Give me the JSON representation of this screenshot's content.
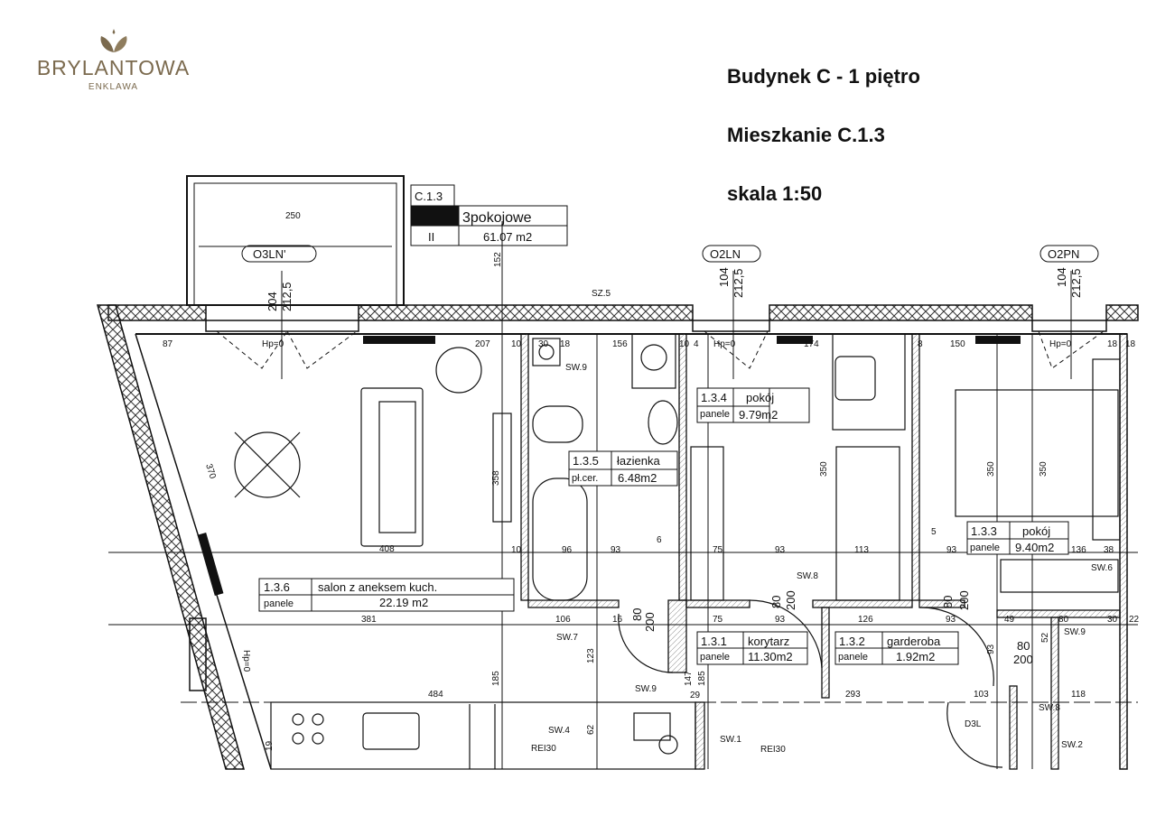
{
  "logo": {
    "brand": "BRYLANTOWA",
    "sub": "ENKLAWA"
  },
  "header": {
    "building": "Budynek C - 1 piętro",
    "apartment": "Mieszkanie C.1.3",
    "scale": "skala 1:50"
  },
  "legend": {
    "code": "C.1.3",
    "type": "3pokojowe",
    "floor": "II",
    "area": "61.07 m2"
  },
  "windows": [
    "O3LN'",
    "O2LN",
    "O2PN"
  ],
  "rooms": [
    {
      "id": "1.3.6",
      "name": "salon z aneksem kuch.",
      "floor": "panele",
      "area": "22.19  m2"
    },
    {
      "id": "1.3.5",
      "name": "łazienka",
      "floor": "pł.cer.",
      "area": "6.48m2"
    },
    {
      "id": "1.3.4",
      "name": "pokój",
      "floor": "panele",
      "area": "9.79m2"
    },
    {
      "id": "1.3.3",
      "name": "pokój",
      "floor": "panele",
      "area": "9.40m2"
    },
    {
      "id": "1.3.1",
      "name": "korytarz",
      "floor": "panele",
      "area": "11.30m2"
    },
    {
      "id": "1.3.2",
      "name": "garderoba",
      "floor": "panele",
      "area": "1.92m2"
    }
  ],
  "labels": {
    "sz5": "SZ.5",
    "sw9a": "SW.9",
    "sw9b": "SW.9",
    "sw9c": "SW.9",
    "sw7": "SW.7",
    "sw8a": "SW.8",
    "sw8b": "SW.8",
    "sw6": "SW.6",
    "sw4": "SW.4",
    "sw1": "SW.1",
    "sw2": "SW.2",
    "rei1": "REI30",
    "rei2": "REI30",
    "d3l": "D3L",
    "hp1": "Hp=0",
    "hp2": "Hp=0",
    "hp3": "Hp=0",
    "hp4": "Hp=0"
  },
  "dims": {
    "d250": "250",
    "d204a": "204",
    "d2125a": "212,5",
    "d152": "152",
    "d104a": "104",
    "d2125b": "212,5",
    "d104b": "104",
    "d2125c": "212,5",
    "d87": "87",
    "d207": "207",
    "d10a": "10",
    "d30": "30",
    "d18a": "18",
    "d156": "156",
    "d10b": "10",
    "d4": "4",
    "d174": "174",
    "d8a": "8",
    "d150": "150",
    "d18b": "18",
    "d18c": "18",
    "d370": "370",
    "d408": "408",
    "d358": "358",
    "d10c": "10",
    "d96": "96",
    "d93a": "93",
    "d6": "6",
    "d75a": "75",
    "d93b": "93",
    "d113": "113",
    "d93c": "93",
    "d136": "136",
    "d38": "38",
    "d350a": "350",
    "d350b": "350",
    "d350c": "350",
    "d5": "5",
    "d381": "381",
    "d106": "106",
    "d16": "16",
    "d75b": "75",
    "d93d": "93",
    "d126": "126",
    "d93e": "93",
    "d49": "49",
    "d80a": "80",
    "d30b": "30",
    "d22": "22",
    "d80200a": "80",
    "d200a": "200",
    "d80b": "80",
    "d200b": "200",
    "d80c": "80",
    "d200c": "200",
    "d80d": "80",
    "d200d": "200",
    "d484": "484",
    "d293": "293",
    "d103": "103",
    "d118": "118",
    "d185a": "185",
    "d185b": "185",
    "d123": "123",
    "d62": "62",
    "d19": "19",
    "d147": "147",
    "d93f": "93",
    "d52": "52",
    "d29": "29"
  },
  "colors": {
    "logo": "#7b6a4e",
    "line": "#111111",
    "hatch": "#555555"
  }
}
